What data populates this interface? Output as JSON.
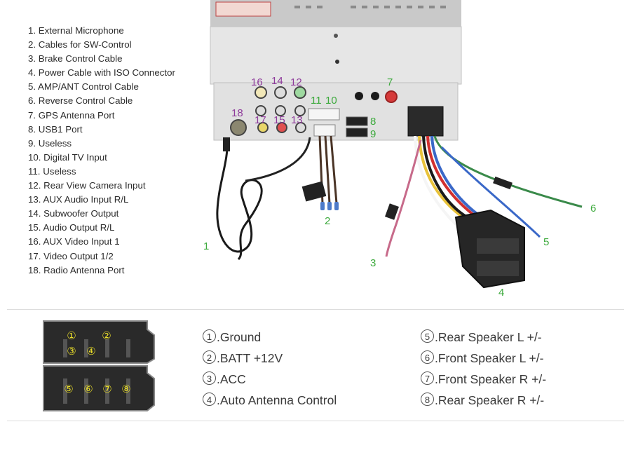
{
  "legend": [
    "1. External Microphone",
    "2. Cables for SW-Control",
    "3. Brake Control Cable",
    "4. Power Cable with ISO Connector",
    "5. AMP/ANT Control Cable",
    "6. Reverse Control Cable",
    "7. GPS Antenna Port",
    "8. USB1 Port",
    "9. Useless",
    "10. Digital TV Input",
    "11. Useless",
    "12. Rear View Camera Input",
    "13. AUX Audio Input R/L",
    "14. Subwoofer Output",
    "15. Audio Output R/L",
    "16. AUX Video Input 1",
    "17. Video Output 1/2",
    "18. Radio Antenna Port"
  ],
  "photo_labels": {
    "l1": "1",
    "l2": "2",
    "l3": "3",
    "l4": "4",
    "l5": "5",
    "l6": "6",
    "l7": "7",
    "l8": "8",
    "l9": "9",
    "l10": "10",
    "l11": "11",
    "l12": "12",
    "l13": "13",
    "l14": "14",
    "l15": "15",
    "l16": "16",
    "l17": "17",
    "l18": "18"
  },
  "colors": {
    "label_green": "#3daa3d",
    "label_purple": "#8e3a9b",
    "label_red": "#d43333"
  },
  "connector_pins": [
    "①",
    "②",
    "③",
    "④",
    "⑤",
    "⑥",
    "⑦",
    "⑧"
  ],
  "pinout_left": [
    {
      "num": "1",
      "text": ".Ground"
    },
    {
      "num": "2",
      "text": ".BATT +12V"
    },
    {
      "num": "3",
      "text": ".ACC"
    },
    {
      "num": "4",
      "text": ".Auto Antenna Control"
    }
  ],
  "pinout_right": [
    {
      "num": "5",
      "text": ".Rear Speaker L +/-"
    },
    {
      "num": "6",
      "text": ".Front Speaker L +/-"
    },
    {
      "num": "7",
      "text": ".Front Speaker R +/-"
    },
    {
      "num": "8",
      "text": ".Rear Speaker R +/-"
    }
  ]
}
